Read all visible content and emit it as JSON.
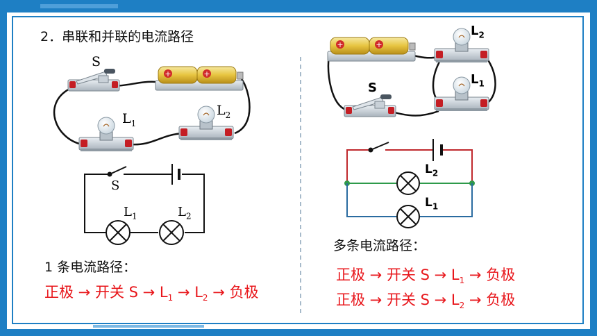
{
  "title": "2．串联和并联的电流路径",
  "series": {
    "photo_switch_label": "S",
    "photo_lamp1": {
      "letter": "L",
      "sub": "1"
    },
    "photo_lamp2": {
      "letter": "L",
      "sub": "2"
    },
    "schematic_switch_label": "S",
    "schematic_lamp1": {
      "letter": "L",
      "sub": "1"
    },
    "schematic_lamp2": {
      "letter": "L",
      "sub": "2"
    },
    "count_label": "1 条电流路径：",
    "path": {
      "part1": "正极 → 开关 S → L",
      "sub1": "1",
      "part2": " → L",
      "sub2": "2",
      "part3": " → 负极"
    }
  },
  "parallel": {
    "photo_switch_label": "S",
    "photo_lamp_top": {
      "letter": "L",
      "sub": "2"
    },
    "photo_lamp_bottom": {
      "letter": "L",
      "sub": "1"
    },
    "schematic_lamp_top": {
      "letter": "L",
      "sub": "2"
    },
    "schematic_lamp_bottom": {
      "letter": "L",
      "sub": "1"
    },
    "count_label": "多条电流路径：",
    "path1": {
      "part1": "正极 → 开关 S → L",
      "sub": "1",
      "part2": " → 负极"
    },
    "path2": {
      "part1": "正极 → 开关 S → L",
      "sub": "2",
      "part2": " → 负极"
    }
  },
  "colors": {
    "frame_blue": "#1e7fc4",
    "text_red": "#e8161b",
    "wire_red": "#c0282d",
    "wire_green": "#2e9a4a",
    "wire_blue": "#2a6ba0"
  }
}
